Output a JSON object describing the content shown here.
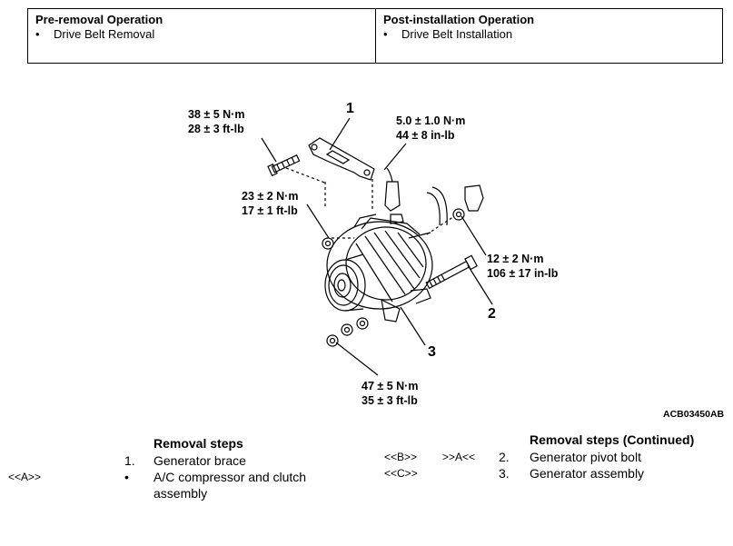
{
  "operations": {
    "pre_title": "Pre-removal Operation",
    "pre_item": "Drive Belt Removal",
    "post_title": "Post-installation Operation",
    "post_item": "Drive Belt Installation",
    "bullet": "•"
  },
  "figure": {
    "torques": {
      "t1": [
        "38 ± 5 N·m",
        "28 ± 3 ft-lb"
      ],
      "t2": [
        "5.0 ± 1.0 N·m",
        "44 ± 8 in-lb"
      ],
      "t3": [
        "23 ± 2 N·m",
        "17 ± 1 ft-lb"
      ],
      "t4": [
        "12 ± 2 N·m",
        "106 ± 17 in-lb"
      ],
      "t5": [
        "47 ± 5 N·m",
        "35 ± 3 ft-lb"
      ]
    },
    "callouts": [
      "1",
      "2",
      "3"
    ],
    "code": "ACB03450AB"
  },
  "steps": {
    "left_title": "Removal steps",
    "right_title": "Removal steps (Continued)",
    "s1_num": "1.",
    "s1_text": "Generator brace",
    "ac_mark": "<<A>>",
    "ac_bullet": "•",
    "ac_text_1": "A/C compressor and clutch",
    "ac_text_2": "assembly",
    "s2_mark_left": "<<B>>",
    "s2_mark_right": ">>A<<",
    "s2_num": "2.",
    "s2_text": "Generator pivot bolt",
    "s3_mark": "<<C>>",
    "s3_num": "3.",
    "s3_text": "Generator assembly"
  }
}
